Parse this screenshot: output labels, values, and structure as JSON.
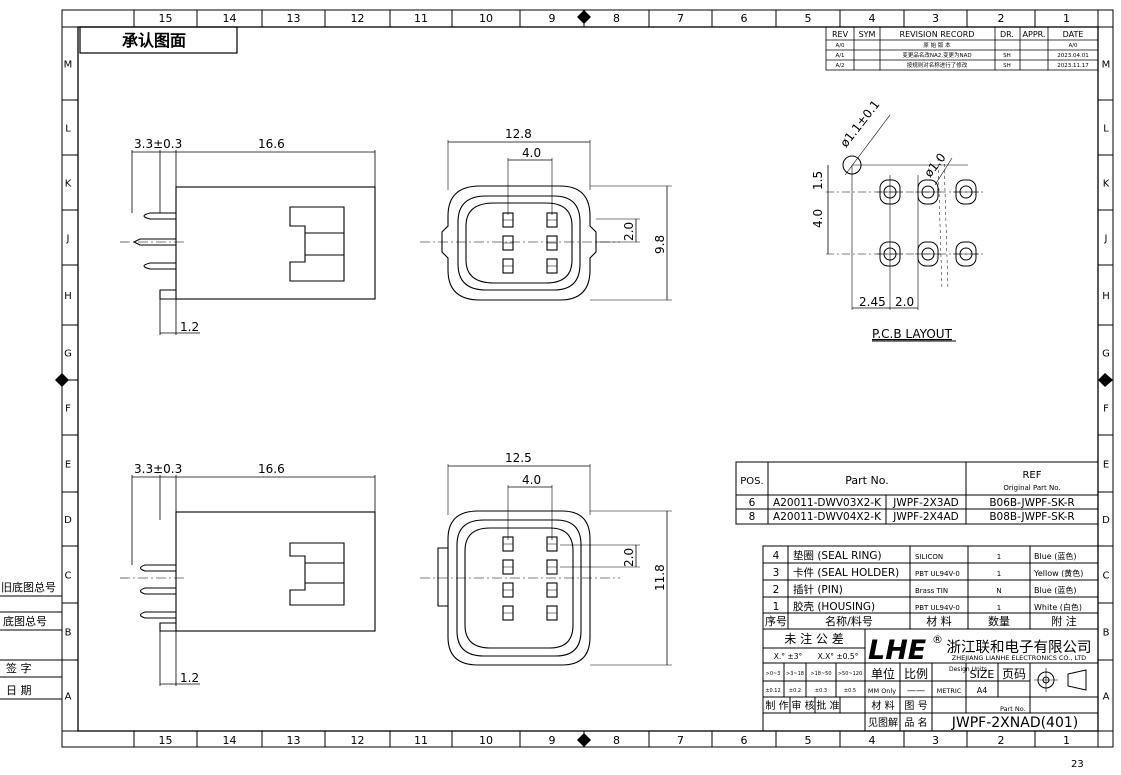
{
  "sheet_title": "承认图面",
  "col_numbers": [
    "15",
    "14",
    "13",
    "12",
    "11",
    "10",
    "9",
    "8",
    "7",
    "6",
    "5",
    "4",
    "3",
    "2",
    "1"
  ],
  "row_letters": [
    "M",
    "L",
    "K",
    "J",
    "H",
    "G",
    "F",
    "E",
    "D",
    "C",
    "B",
    "A"
  ],
  "revision": {
    "headers": [
      "REV",
      "SYM",
      "REVISION RECORD",
      "DR.",
      "APPR.",
      "DATE"
    ],
    "rows": [
      [
        "A/0",
        "",
        "原 始 版 本",
        "",
        "",
        "A/0"
      ],
      [
        "A/1",
        "",
        "变更品名改NA2,变更为NAD",
        "SH",
        "",
        "2023.04.01"
      ],
      [
        "A/2",
        "",
        "按规则对名称进行了修改",
        "SH",
        "",
        "2023.11.17"
      ]
    ]
  },
  "dims_top": {
    "side_a": "3.3±0.3",
    "side_b": "16.6",
    "side_c": "1.2",
    "front_w": "12.8",
    "front_pitch": "4.0",
    "front_r": "2.0",
    "front_h": "9.8"
  },
  "dims_bottom": {
    "side_a": "3.3±0.3",
    "side_b": "16.6",
    "side_c": "1.2",
    "front_w": "12.5",
    "front_pitch": "4.0",
    "front_r": "2.0",
    "front_h": "11.8"
  },
  "pcb": {
    "title": "P.C.B LAYOUT",
    "d1": "ø1.1±0.1",
    "d2": "ø1.0",
    "v1": "1.5",
    "v2": "4.0",
    "h1": "2.45",
    "h2": "2.0"
  },
  "parts_table": {
    "h_pos": "POS.",
    "h_part": "Part No.",
    "h_ref": "REF",
    "h_ref_sub": "Original Part No.",
    "rows": [
      [
        "6",
        "A20011-DWV03X2-K",
        "JWPF-2X3AD",
        "B06B-JWPF-SK-R"
      ],
      [
        "8",
        "A20011-DWV04X2-K",
        "JWPF-2X4AD",
        "B08B-JWPF-SK-R"
      ]
    ]
  },
  "bom": {
    "rows": [
      [
        "4",
        "垫圈 (SEAL RING)",
        "SILICON",
        "1",
        "Blue (蓝色)"
      ],
      [
        "3",
        "卡件 (SEAL HOLDER)",
        "PBT UL94V-0",
        "1",
        "Yellow (黄色)"
      ],
      [
        "2",
        "插针 (PIN)",
        "Brass TIN",
        "N",
        "Blue (蓝色)"
      ],
      [
        "1",
        "胶壳 (HOUSING)",
        "PBT UL94V-0",
        "1",
        "White (白色)"
      ]
    ],
    "headers": [
      "序号",
      "名称/料号",
      "材 料",
      "数量",
      "附 注"
    ]
  },
  "title_block": {
    "tol_title": "未 注 公 差",
    "tol_a": "X.° ±3°",
    "tol_b": "X.X° ±0.5°",
    "tol_ranges": [
      ">0~3",
      ">3~18",
      ">18~50",
      ">50~120"
    ],
    "tol_vals": [
      "±0.12",
      "±0.2",
      "±0.3",
      "±0.5"
    ],
    "logo": "LHE",
    "reg": "®",
    "company_cn": "浙江联和电子有限公司",
    "company_en": "ZHEJIANG LIANHE ELECTRONICS CO., LTD",
    "unit_label": "单位",
    "scale_label": "比例",
    "design_units": "Design Units",
    "size_label": "SIZE",
    "page_label": "页码",
    "unit_val": "MM Only",
    "scale_val": "——",
    "metric": "METRIC",
    "size_val": "A4",
    "make": "制 作",
    "check": "审 核",
    "approve": "批 准",
    "material": "材 料",
    "drawing_no": "图 号",
    "part_no_label": "Part No.",
    "see_drawing": "见图解",
    "name_label": "品 名",
    "part_name": "JWPF-2XNAD(401)"
  },
  "sidebar": [
    "旧底图总号",
    "底图总号",
    "签 字",
    "日 期"
  ],
  "page_number": "23"
}
